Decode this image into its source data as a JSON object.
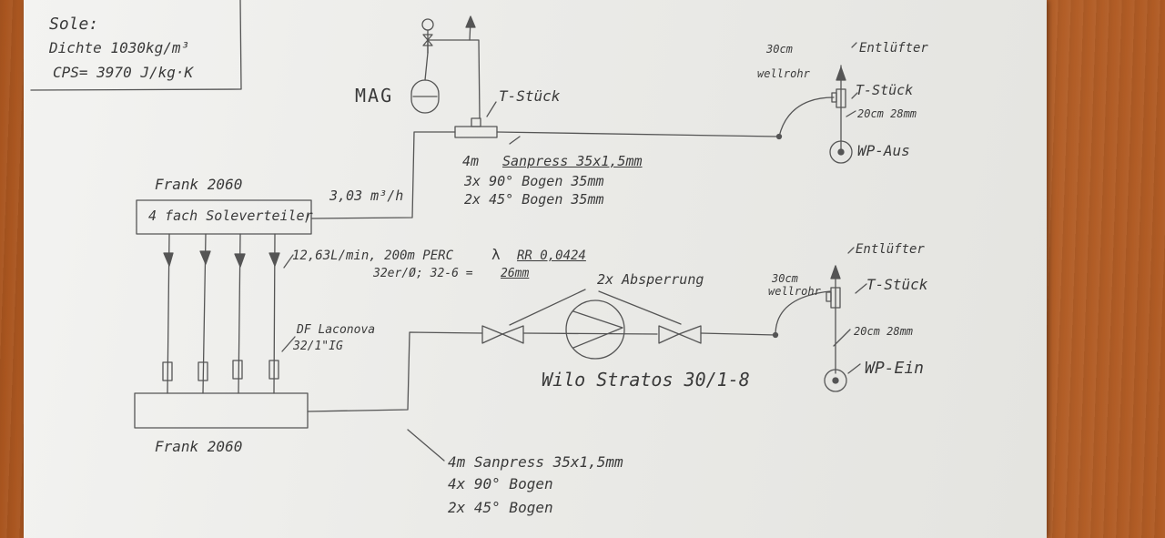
{
  "sole": {
    "title": "Sole:",
    "density": "Dichte 1030kg/m³",
    "cps": "CPS= 3970 J/kg·K"
  },
  "mag": {
    "label": "MAG"
  },
  "tee_top": {
    "label": "T-Stück"
  },
  "pipe_top": {
    "line1_prefix": "4m",
    "line1_main": "Sanpress 35x1,5mm",
    "line2": "3x 90° Bogen 35mm",
    "line3": "2x 45° Bogen 35mm"
  },
  "distributor_top": {
    "name": "Frank 2060",
    "box_label": "4 fach Soleverteiler"
  },
  "flow": {
    "label": "3,03 m³/h"
  },
  "probe_spec": {
    "line1_prefix": "12,63L/min, 200m PERC",
    "line1_lambda": "λ",
    "line1_rr": "RR 0,0424",
    "line2_prefix": "32er/Ø; 32-6 =",
    "line2_value": "26mm"
  },
  "shutoff": {
    "label": "2x Absperrung"
  },
  "df": {
    "line1": "DF Laconova",
    "line2": "32/1\"IG"
  },
  "pump": {
    "label": "Wilo Stratos 30/1-8"
  },
  "distributor_bottom": {
    "name": "Frank 2060"
  },
  "pipe_bottom": {
    "line1": "4m Sanpress 35x1,5mm",
    "line2": "4x 90° Bogen",
    "line3": "2x 45° Bogen"
  },
  "wp_out": {
    "hose": "30cm",
    "hose2": "wellrohr",
    "vent": "Entlüfter",
    "tee": "T-Stück",
    "dist": "20cm 28mm",
    "name": "WP-Aus"
  },
  "wp_in": {
    "hose": "30cm",
    "hose2": "wellrohr",
    "vent": "Entlüfter",
    "tee": "T-Stück",
    "dist": "20cm 28mm",
    "name": "WP-Ein"
  }
}
